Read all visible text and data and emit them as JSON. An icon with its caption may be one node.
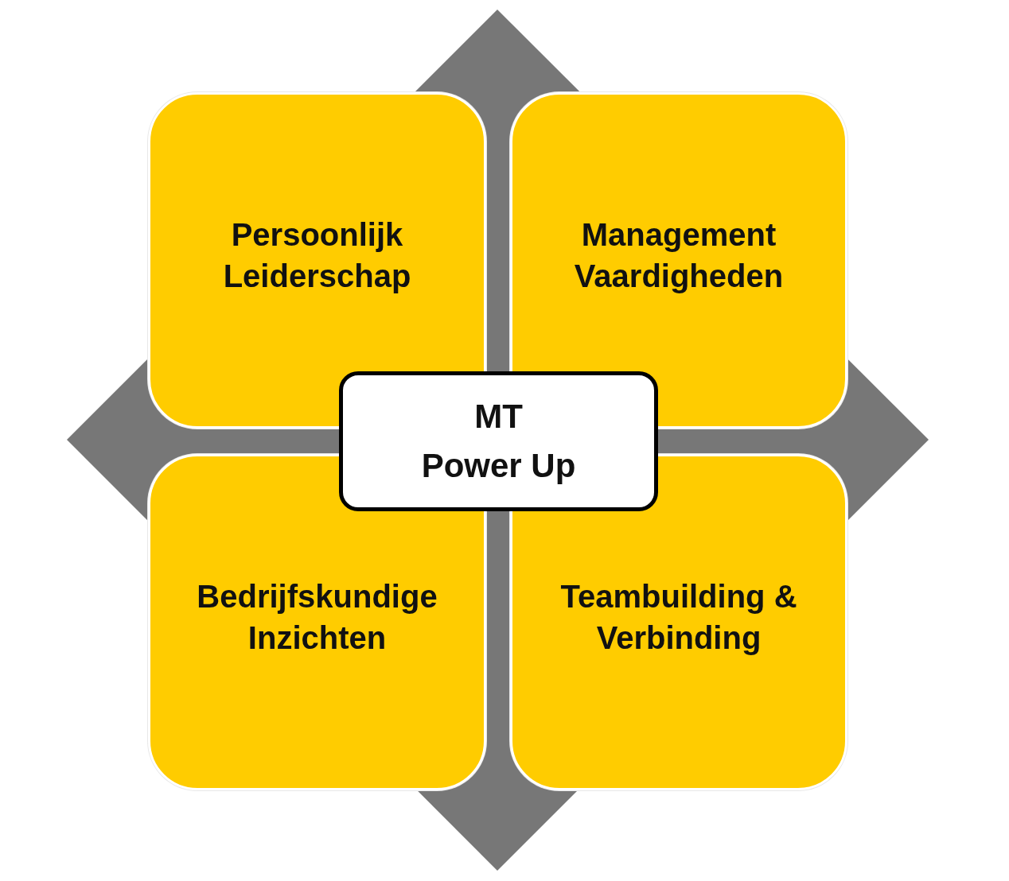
{
  "diagram": {
    "nodes": [
      {
        "text": [
          "Persoonlijk Leiderschap"
        ]
      },
      {
        "text": [
          "Management Vaardigheden"
        ]
      },
      {
        "text": [
          "MT",
          "Power Up"
        ]
      },
      {
        "text": [
          "Bedrijfskundige Inzichten"
        ]
      },
      {
        "text": [
          "Teambuilding & Verbinding"
        ]
      }
    ]
  }
}
